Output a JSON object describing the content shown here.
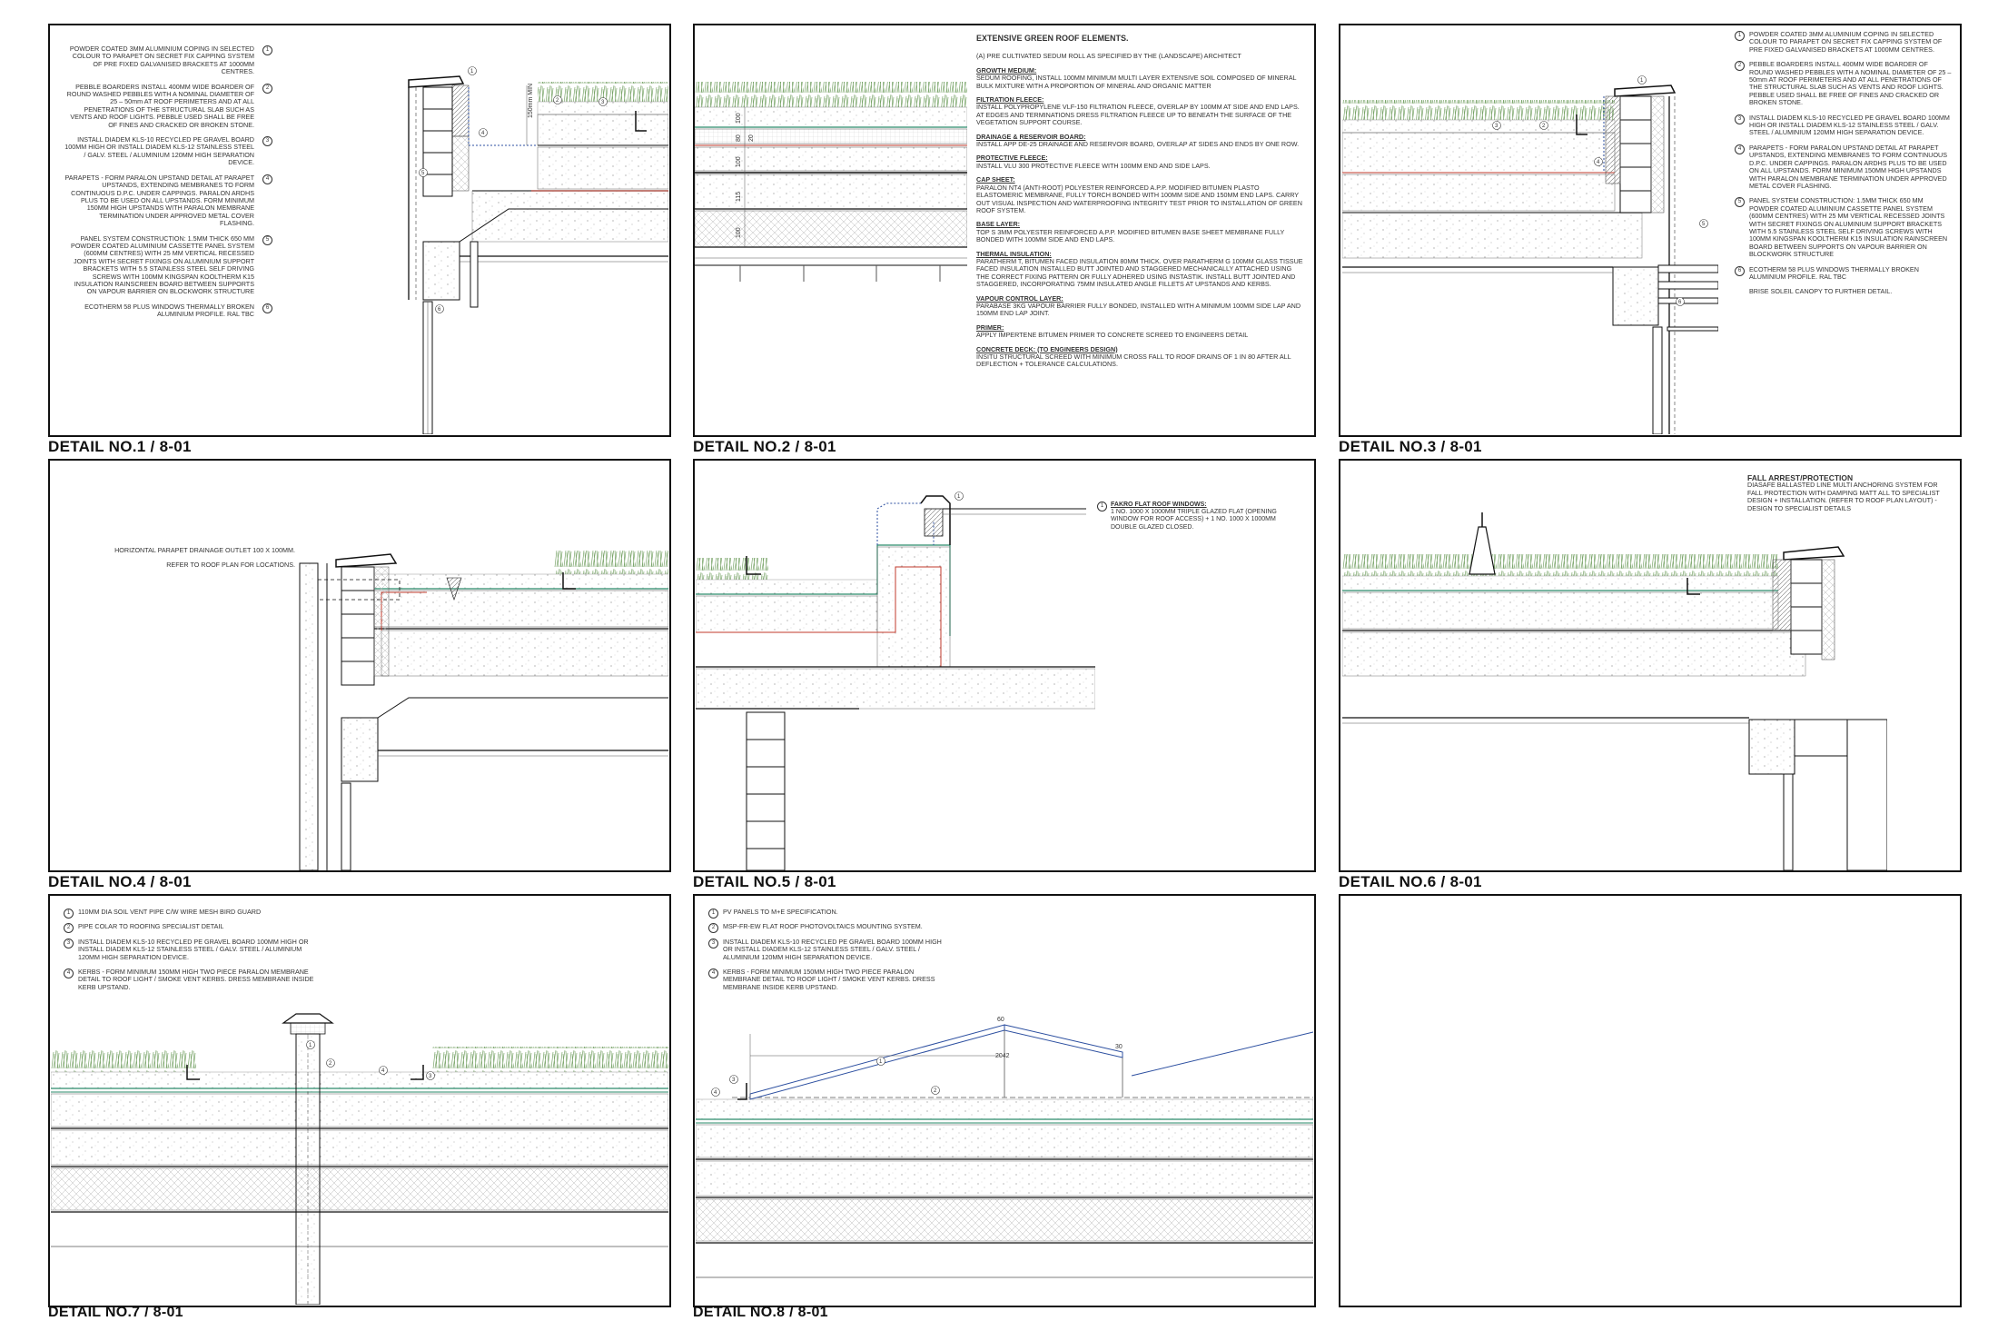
{
  "panels": [
    {
      "title": "DETAIL NO.1 / 8-01"
    },
    {
      "title": "DETAIL NO.2 / 8-01"
    },
    {
      "title": "DETAIL NO.3 / 8-01"
    },
    {
      "title": "DETAIL NO.4 / 8-01"
    },
    {
      "title": "DETAIL NO.5 / 8-01"
    },
    {
      "title": "DETAIL NO.6 / 8-01"
    },
    {
      "title": "DETAIL NO.7 / 8-01"
    },
    {
      "title": "DETAIL NO.8 / 8-01"
    },
    {
      "title": ""
    }
  ],
  "parapet_notes": [
    {
      "num": "1",
      "text": "POWDER COATED 3MM ALUMINIUM COPING IN SELECTED COLOUR TO PARAPET ON SECRET FIX CAPPING SYSTEM OF PRE FIXED GALVANISED BRACKETS AT 1000MM CENTRES."
    },
    {
      "num": "2",
      "text": "PEBBLE BOARDERS INSTALL 400MM WIDE BOARDER OF ROUND WASHED PEBBLES WITH A NOMINAL DIAMETER OF 25 – 50mm AT ROOF PERIMETERS AND AT ALL PENETRATIONS OF THE STRUCTURAL SLAB SUCH AS VENTS AND ROOF LIGHTS. PEBBLE USED SHALL BE FREE OF FINES AND CRACKED OR BROKEN STONE."
    },
    {
      "num": "3",
      "text": "INSTALL DIADEM KLS-10 RECYCLED PE GRAVEL BOARD 100MM HIGH OR INSTALL DIADEM KLS-12 STAINLESS STEEL / GALV. STEEL / ALUMINIUM 120MM HIGH SEPARATION DEVICE."
    },
    {
      "num": "4",
      "text": "PARAPETS - FORM PARALON UPSTAND DETAIL AT PARAPET UPSTANDS, EXTENDING MEMBRANES TO FORM CONTINUOUS D.P.C. UNDER CAPPINGS. PARALON ARDHS PLUS TO BE USED ON ALL UPSTANDS. FORM MINIMUM 150MM HIGH UPSTANDS WITH PARALON MEMBRANE TERMINATION UNDER APPROVED METAL COVER FLASHING."
    },
    {
      "num": "5",
      "text": "PANEL SYSTEM CONSTRUCTION: 1.5MM THICK 650 MM POWDER COATED ALUMINIUM CASSETTE PANEL SYSTEM (600MM CENTRES) WITH 25 MM VERTICAL RECESSED JOINTS WITH SECRET FIXINGS ON ALUMINIUM SUPPORT BRACKETS WITH 5.5 STAINLESS STEEL SELF DRIVING SCREWS WITH 100MM KINGSPAN KOOLTHERM K15 INSULATION RAINSCREEN BOARD BETWEEN SUPPORTS ON VAPOUR BARRIER ON BLOCKWORK STRUCTURE"
    },
    {
      "num": "6",
      "text": "ECOTHERM 58 PLUS WINDOWS THERMALLY BROKEN ALUMINIUM PROFILE. RAL TBC"
    }
  ],
  "detail3_extra": "BRISE SOLEIL CANOPY TO FURTHER DETAIL.",
  "detail1_dim": "150mm MIN",
  "green_roof": {
    "heading": "EXTENSIVE GREEN ROOF ELEMENTS.",
    "intro": "(A) PRE CULTIVATED SEDUM ROLL AS SPECIFIED BY THE (LANDSCAPE) ARCHITECT",
    "sections": [
      {
        "head": "GROWTH MEDIUM:",
        "text": "SEDUM ROOFING, INSTALL 100MM MINIMUM MULTI LAYER EXTENSIVE SOIL COMPOSED OF MINERAL BULK MIXTURE WITH A PROPORTION OF MINERAL AND ORGANIC MATTER"
      },
      {
        "head": "FILTRATION FLEECE:",
        "text": "INSTALL POLYPROPYLENE VLF-150 FILTRATION FLEECE, OVERLAP BY 100MM AT SIDE AND END LAPS. AT EDGES AND TERMINATIONS DRESS FILTRATION FLEECE UP TO BENEATH THE SURFACE OF THE VEGETATION SUPPORT COURSE."
      },
      {
        "head": "DRAINAGE & RESERVOIR BOARD:",
        "text": "INSTALL APP DE-25 DRAINAGE AND RESERVOIR BOARD, OVERLAP AT SIDES AND ENDS BY ONE ROW."
      },
      {
        "head": "PROTECTIVE FLEECE:",
        "text": "INSTALL VLU 300 PROTECTIVE FLEECE WITH 100MM END AND SIDE LAPS."
      },
      {
        "head": "CAP SHEET:",
        "text": "PARALON NT4 (ANTI-ROOT) POLYESTER REINFORCED A.P.P. MODIFIED BITUMEN PLASTO ELASTOMERIC MEMBRANE, FULLY TORCH BONDED WITH 100MM SIDE AND 150MM END LAPS. CARRY OUT VISUAL INSPECTION AND WATERPROOFING INTEGRITY TEST PRIOR TO INSTALLATION OF GREEN ROOF SYSTEM."
      },
      {
        "head": "BASE LAYER:",
        "text": "TOP S 3MM POLYESTER REINFORCED A.P.P. MODIFIED BITUMEN BASE SHEET MEMBRANE FULLY BONDED WITH 100MM SIDE AND END LAPS."
      },
      {
        "head": "THERMAL INSULATION:",
        "text": "PARATHERM T, BITUMEN FACED INSULATION 80MM THICK. OVER PARATHERM G 100MM GLASS TISSUE FACED INSULATION INSTALLED BUTT JOINTED AND STAGGERED MECHANICALLY ATTACHED USING THE CORRECT FIXING PATTERN OR FULLY ADHERED USING INSTASTIK. INSTALL BUTT JOINTED AND STAGGERED, INCORPORATING 75MM INSULATED ANGLE FILLETS AT UPSTANDS AND KERBS."
      },
      {
        "head": "VAPOUR CONTROL LAYER:",
        "text": "PARABASE 3KG VAPOUR BARRIER FULLY BONDED, INSTALLED WITH A MINIMUM 100MM SIDE LAP AND 150MM END LAP JOINT."
      },
      {
        "head": "PRIMER:",
        "text": "APPLY IMPERTENE BITUMEN PRIMER TO CONCRETE SCREED TO ENGINEERS DETAIL"
      },
      {
        "head": "CONCRETE DECK: (TO ENGINEERS DESIGN)",
        "text": "INSITU STRUCTURAL SCREED WITH MINIMUM CROSS FALL TO ROOF DRAINS OF 1 IN 80 AFTER ALL DEFLECTION + TOLERANCE CALCULATIONS."
      }
    ],
    "dims": [
      "100",
      "80",
      "20",
      "100",
      "115",
      "100"
    ]
  },
  "detail4_notes": [
    "HORIZONTAL PARAPET DRAINAGE OUTLET 100 X 100MM.",
    "REFER TO ROOF PLAN FOR LOCATIONS."
  ],
  "detail5_note": {
    "num": "1",
    "head": "FAKRO FLAT ROOF WINDOWS:",
    "text": "1 NO. 1000 X 1000MM TRIPLE GLAZED FLAT (OPENING WINDOW FOR ROOF ACCESS) + 1 NO. 1000 X 1000MM DOUBLE GLAZED CLOSED."
  },
  "detail6_note": {
    "head": "FALL ARREST/PROTECTION",
    "text": "DIASAFE BALLASTED LINE MULTI ANCHORING SYSTEM FOR FALL PROTECTION WITH DAMPING MATT ALL TO SPECIALIST DESIGN + INSTALLATION. (REFER TO ROOF PLAN LAYOUT) - DESIGN TO SPECIALIST DETAILS"
  },
  "detail7_notes": [
    {
      "num": "1",
      "text": "110MM DIA SOIL VENT PIPE C/W WIRE MESH BIRD GUARD"
    },
    {
      "num": "2",
      "text": "PIPE COLAR TO ROOFING SPECIALIST DETAIL"
    },
    {
      "num": "3",
      "text": "INSTALL DIADEM KLS-10 RECYCLED PE GRAVEL BOARD 100MM HIGH OR INSTALL DIADEM KLS-12 STAINLESS STEEL / GALV. STEEL / ALUMINIUM 120MM HIGH SEPARATION DEVICE."
    },
    {
      "num": "4",
      "text": "KERBS - FORM MINIMUM 150MM HIGH TWO PIECE PARALON MEMBRANE DETAIL TO ROOF LIGHT / SMOKE VENT KERBS. DRESS MEMBRANE INSIDE KERB UPSTAND."
    }
  ],
  "detail8_notes": [
    {
      "num": "1",
      "text": "PV PANELS TO M+E SPECIFICATION."
    },
    {
      "num": "2",
      "text": "MSP-FR-EW FLAT ROOF PHOTOVOLTAICS MOUNTING SYSTEM."
    },
    {
      "num": "3",
      "text": "INSTALL DIADEM KLS-10 RECYCLED PE GRAVEL BOARD 100MM HIGH OR INSTALL DIADEM KLS-12 STAINLESS STEEL / GALV. STEEL / ALUMINIUM 120MM HIGH SEPARATION DEVICE."
    },
    {
      "num": "4",
      "text": "KERBS - FORM MINIMUM 150MM HIGH TWO PIECE PARALON MEMBRANE DETAIL TO ROOF LIGHT / SMOKE VENT KERBS. DRESS MEMBRANE INSIDE KERB UPSTAND."
    }
  ],
  "detail8_dims": [
    "60",
    "2042",
    "30"
  ],
  "colors": {
    "membrane_red": "#c0392b",
    "membrane_blue": "#2c4fa0",
    "filter_green": "#2a8a6a",
    "grass": "#7aa56a"
  }
}
